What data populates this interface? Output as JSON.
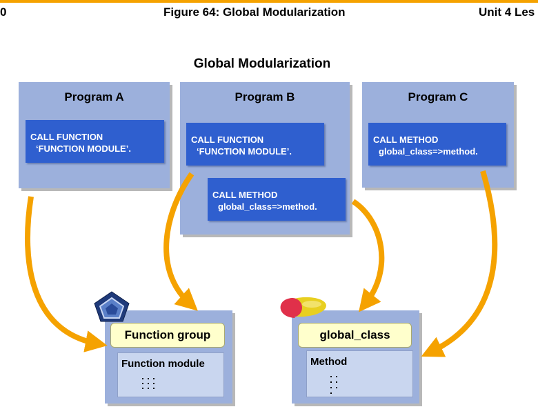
{
  "header": {
    "left": "0",
    "center": "Figure 64: Global Modularization",
    "right": "Unit 4 Les"
  },
  "slide_title": "Global Modularization",
  "programs": [
    {
      "title": "Program A",
      "calls": [
        {
          "line1": "CALL FUNCTION",
          "line2": "‘FUNCTION MODULE’."
        }
      ]
    },
    {
      "title": "Program B",
      "calls": [
        {
          "line1": "CALL FUNCTION",
          "line2": "‘FUNCTION MODULE’."
        },
        {
          "line1": "CALL METHOD",
          "line2": "global_class=>method."
        }
      ]
    },
    {
      "title": "Program C",
      "calls": [
        {
          "line1": "CALL METHOD",
          "line2": "global_class=>method."
        }
      ]
    }
  ],
  "function_group": {
    "label": "Function group",
    "inner_label": "Function module",
    "icon": "pentagon-icon"
  },
  "global_class": {
    "label": "global_class",
    "inner_label": "Method",
    "icon": "capsule-icon"
  },
  "colors": {
    "accent_orange": "#f5a200",
    "box_blue": "#9cb0dc",
    "call_blue": "#2f5fcf",
    "label_yellow": "#ffffcc"
  }
}
